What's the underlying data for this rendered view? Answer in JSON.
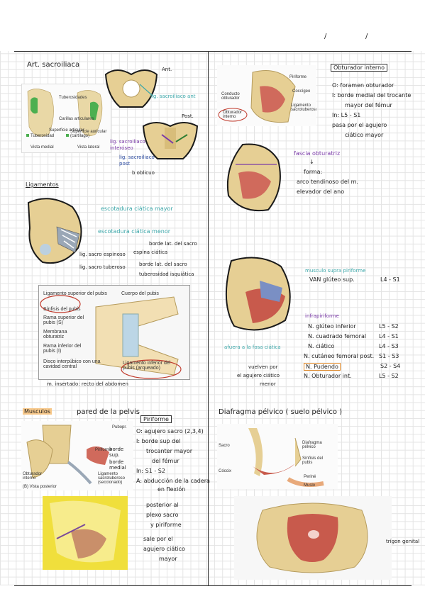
{
  "header": {
    "date_sep1": "/",
    "date_sep2": "/"
  },
  "art": {
    "title": "Art. sacroiliaca",
    "ant": "Ant.",
    "post": "Post.",
    "lig_ant": "lig. sacroiliaco ant",
    "lig_inf": "lig. sacroiliaco interóseo",
    "lig_post": "lig. sacroiliaco post",
    "b_oblicuo": "b oblicuo",
    "tb_tuberosidades": "Tuberosidades",
    "tb_carillas": "Carillas articulares",
    "tb_superficie": "Superficie articular",
    "tb_tuberosidad": "Tuberosidad",
    "tb_superficie2": "Superficie auricular (cartílago)",
    "tb_vista_medial": "Vista medial",
    "tb_vista_lateral": "Vista lateral"
  },
  "ligamentos": {
    "title": "Ligamentos",
    "escot_mayor": "escotadura ciática mayor",
    "escot_menor": "escotadura ciática menor",
    "borde_sacro": "borde lat. del sacro",
    "espina_ciatica": "espina ciática",
    "lig_sacroespinoso": "lig. sacro espinoso",
    "lig_sacrotuberoso": "lig. sacro tuberoso",
    "borde_sacro2": "borde lat. del sacro",
    "tuberosidad_isquiatica": "tuberosidad isquiática",
    "pub_ligsup": "Ligamento superior del pubis",
    "pub_cuerpo": "Cuerpo del pubis",
    "pub_sinfisis": "Sínfisis del pubis",
    "pub_rama_sup": "Rama superior del pubis (S)",
    "pub_membrana": "Membrana obturatriz",
    "pub_rama_inf": "Rama inferior del pubis (I)",
    "pub_disco": "Disco interpúbico con una cavidad central",
    "pub_liginf": "Ligamento inferior del pubis (arqueado)",
    "insertado": "m. insertado: recto del abdomen"
  },
  "obturador": {
    "title": "Obturador interno",
    "piriforme": "Piriforme",
    "coccigeo": "Coccígeo",
    "conducto": "Conducto obturador",
    "obt_interno": "Obturador interno",
    "lig_sacrotuberoso": "Ligamento sacrotuberoso",
    "origen": "O: foramen obturador",
    "insercion1": "I: borde medial del trocante",
    "insercion2": "mayor del fémur",
    "inervacion": "In: L5 - S1",
    "pasa1": "pasa por el agujero",
    "pasa2": "ciático mayor",
    "fascia": "fascia obturatriz",
    "arrow": "↓",
    "forma": "forma:",
    "arco1": "arco tendinoso del m.",
    "arco2": "elevador del ano"
  },
  "piriforme_nervios": {
    "musculo_sup": "musculo supra piriforme",
    "van": "VAN glúteo sup.",
    "van_levels": "L4 - S1",
    "infra": "infrapiriforme",
    "nervios": [
      {
        "label": "N. glúteo inferior",
        "levels": "L5 - S2"
      },
      {
        "label": "N. cuadrado femoral",
        "levels": "L4 - S1"
      },
      {
        "label": "N. ciático",
        "levels": "L4 - S3"
      },
      {
        "label": "N. cutáneo femoral post.",
        "levels": "S1 - S3"
      },
      {
        "label": "N. Pudendo",
        "levels": "S2 - S4"
      },
      {
        "label": "N. Obturador int.",
        "levels": "L5 - S2"
      }
    ],
    "afuera": "afuera a la fosa ciática",
    "vuelven1": "vuelven por",
    "vuelven2": "el agujero ciático",
    "vuelven3": "menor"
  },
  "musculos": {
    "title": "Musculos",
    "pared": "pared de la pelvis",
    "piriforme_title": "Piriforme",
    "origen": "O: agujero sacro (2,3,4)",
    "ins1": "I: borde sup del",
    "ins2": "trocanter mayor",
    "ins3": "del fémur",
    "inerv": "In: S1 - S2",
    "accion1": "A: abducción de la cadera",
    "accion2": "en flexión",
    "borde_sup": "borde sup.",
    "borde_med": "borde medial",
    "lbl_piriforme": "Piriforme",
    "lbl_obt": "Obturador interno",
    "lbl_lig": "Ligamento sacrotuberoso (seccionado)",
    "lbl_vista": "(B) Vista posterior",
    "lbl_pubop": "Pubopr.",
    "posterior1": "posterior al",
    "posterior2": "plexo sacro",
    "posterior3": "y piriforme",
    "sale1": "sale por el",
    "sale2": "agujero ciático",
    "sale3": "mayor"
  },
  "diafragma": {
    "title": "Diafragma pélvico ( suelo pélvico )",
    "sacro": "Sacro",
    "coccix": "Cóccix",
    "diafragma": "Diafragma pélvico",
    "sinfisis": "Sínfisis del pubis",
    "perine": "Periné",
    "muslo": "Muslo",
    "trigono": "trígon genital"
  }
}
